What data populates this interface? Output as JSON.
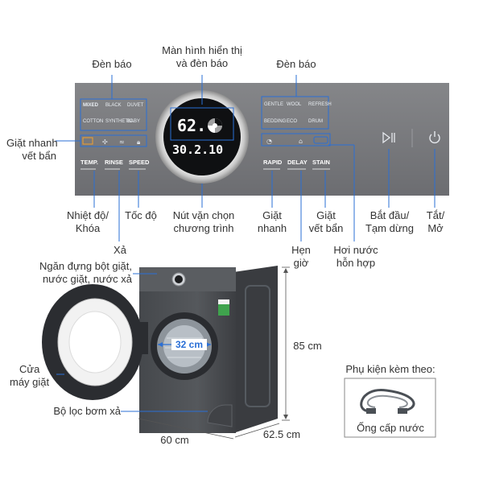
{
  "panel": {
    "display_label": [
      "Màn hình hiển thị",
      "và đèn báo"
    ],
    "indicator_left_label": "Đèn báo",
    "indicator_right_label": "Đèn báo",
    "quick_wash_stain_label": [
      "Giặt nhanh",
      "vết bẩn"
    ],
    "temp_lock_label": [
      "Nhiệt độ/",
      "Khóa"
    ],
    "spin_label": "Tốc độ",
    "rinse_label": "Xả",
    "knob_label": [
      "Nút vặn chọn",
      "chương trình"
    ],
    "rapid_label": [
      "Giặt",
      "nhanh"
    ],
    "delay_label": [
      "Hẹn",
      "giờ"
    ],
    "stain_label": [
      "Giặt",
      "vết bẩn"
    ],
    "steam_label": [
      "Hơi nước",
      "hỗn hợp"
    ],
    "start_label": [
      "Bắt đầu/",
      "Tạm dừng"
    ],
    "power_label": [
      "Tắt/",
      "Mở"
    ],
    "buttons": {
      "temp": "TEMP.",
      "rinse": "RINSE",
      "speed": "SPEED",
      "rapid": "RAPID",
      "delay": "DELAY",
      "stain": "STAIN"
    },
    "lcd": {
      "line1": "62.",
      "line2": "30.2.10"
    },
    "programs_left": [
      "MIXED",
      "BLACK",
      "DUVET",
      "COTTON",
      "SYNTHETIC",
      "BABY"
    ],
    "programs_right": [
      "GENTLE",
      "WOOL",
      "REFRESH",
      "BEDDING",
      "ECO",
      "DRUM"
    ]
  },
  "machine": {
    "detergent_label": [
      "Ngăn đựng bột giặt,",
      "nước giặt, nước xả"
    ],
    "door_label": [
      "Cửa",
      "máy giặt"
    ],
    "filter_label": "Bộ lọc bơm xả",
    "drum_size": "32 cm",
    "height": "85 cm",
    "width": "60 cm",
    "depth": "62.5 cm"
  },
  "accessory": {
    "title": "Phụ kiện kèm theo:",
    "item": "Ống cấp nước"
  },
  "colors": {
    "panel": "#77787c",
    "accent_blue": "#2a6fd6",
    "machine": "#4d5054",
    "machine_dark": "#3a3c40",
    "text": "#333333"
  }
}
